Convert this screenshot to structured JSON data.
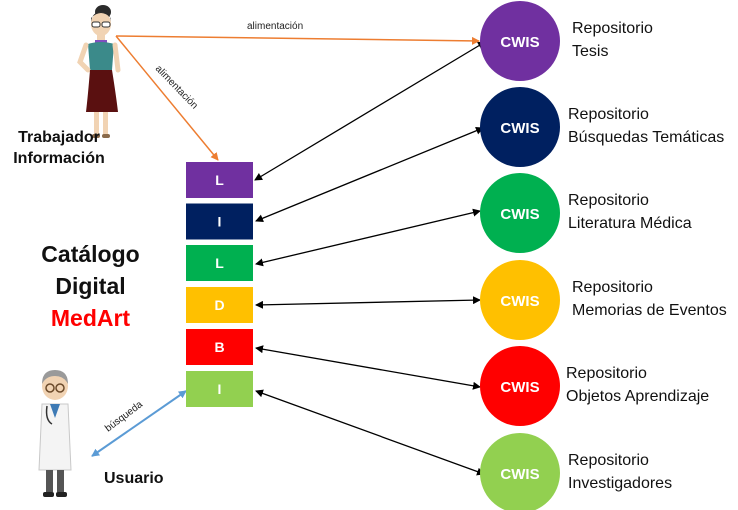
{
  "actors": {
    "worker": {
      "label_line1": "Trabajador",
      "label_line2": "Información"
    },
    "user": {
      "label": "Usuario"
    }
  },
  "catalog": {
    "line1": "Catálogo",
    "line2": "Digital",
    "line3": "MedArt",
    "line3_color": "#ff0000"
  },
  "blocks": [
    {
      "letter": "L",
      "color": "#7030a0"
    },
    {
      "letter": "I",
      "color": "#002060"
    },
    {
      "letter": "L",
      "color": "#00b050"
    },
    {
      "letter": "D",
      "color": "#ffc000"
    },
    {
      "letter": "B",
      "color": "#ff0000"
    },
    {
      "letter": "I",
      "color": "#92d050"
    }
  ],
  "repositories": [
    {
      "badge": "CWIS",
      "line1": "Repositorio",
      "line2": "Tesis",
      "color": "#7030a0"
    },
    {
      "badge": "CWIS",
      "line1": "Repositorio",
      "line2": "Búsquedas Temáticas",
      "color": "#002060"
    },
    {
      "badge": "CWIS",
      "line1": "Repositorio",
      "line2": "Literatura Médica",
      "color": "#00b050"
    },
    {
      "badge": "CWIS",
      "line1": "Repositorio",
      "line2": "Memorias de Eventos",
      "color": "#ffc000"
    },
    {
      "badge": "CWIS",
      "line1": "Repositorio",
      "line2": "Objetos Aprendizaje",
      "color": "#ff0000"
    },
    {
      "badge": "CWIS",
      "line1": "Repositorio",
      "line2": "Investigadores",
      "color": "#92d050"
    }
  ],
  "edges": {
    "feed_label_top": "alimentación",
    "feed_label_diag": "alimentación",
    "search_label": "búsqueda",
    "feed_color": "#ed7d31",
    "search_color": "#5b9bd5",
    "link_color": "#000000"
  }
}
